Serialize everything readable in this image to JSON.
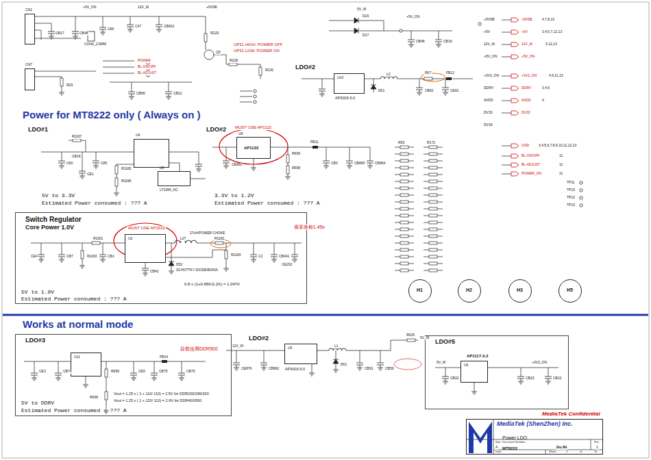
{
  "diagram": {
    "nodes": [
      {
        "text": [
          "Switch Regulator",
          "Core Power 1.0V",
          "5V to 1.0V",
          "Estimated Power consumed : ??? A"
        ]
      },
      {
        "text": [
          "LDO#3",
          "5V to DDRV",
          "Estimated Power consumed : ??? A"
        ]
      },
      {
        "text": [
          "LDO#5"
        ]
      },
      {
        "text": [
          "MediaTek (ShenZhen) Inc.",
          "Power LDO",
          "MT8222"
        ]
      },
      {
        "text": [
          "U4"
        ]
      },
      {
        "text": [
          "U5"
        ]
      },
      {
        "text": [
          "U8",
          "AP1122"
        ]
      },
      {
        "text": [
          "U2"
        ],
        "in": 0
      },
      {
        "text": [
          "U10"
        ]
      },
      {
        "text": [
          "U11"
        ],
        "in": 1
      },
      {
        "text": [
          "U9"
        ]
      },
      {
        "text": [
          "U6"
        ],
        "in": 2
      },
      {
        "text": [
          "CN2"
        ]
      },
      {
        "text": [
          "CN7"
        ]
      },
      {
        "text": [
          "H1"
        ]
      },
      {
        "text": [
          "H2"
        ]
      },
      {
        "text": [
          "H3"
        ]
      },
      {
        "text": [
          "H5"
        ]
      }
    ],
    "labels": [
      "Power for MT8222 only ( Always on )",
      "Works at  normal mode",
      "LDO#1",
      "LDO#2",
      "LDO#2",
      "LDO#2",
      "MUST USE AP1122",
      "MUST USE AP1533",
      "UP31 HIGH: POWER OFF",
      "UP31 LOW: POWER ON",
      "5V to 3.3V",
      "Estimated Power consumed : ??? A",
      "3.3V to 1.2V",
      "Estimated Power consumed : ??? A",
      "需要改称1.45v",
      "目前使用DDR500",
      "0.8 x (1+0.68K/2.2K) = 1.047V",
      "Vout = 1.25 x ( 1 + 110/ 110) = 2.5V for DDR200/266/333",
      "Vout = 1.25 x ( 1 + 120/ 110) = 2.6V for DDR400/500",
      "27uH/POWER CHOKE",
      "MediaTek Confidential",
      "LT1084_NC",
      "AP3003-5.0",
      "AP3003-5.0",
      "AP1117-3.3",
      "POWER",
      "BL-ON/OFF",
      "BL-ADJUST",
      "+5VSB",
      "12V_M",
      "+5V_ON",
      "5V_M",
      "+5V_ON",
      "+5VSB",
      "+5V",
      "12V_M",
      "+5V_ON",
      "+3V3_ON",
      "DDRV",
      "AVDD",
      "DV33",
      "DV18",
      "+5VSB",
      "4,7,8,13",
      "+5V",
      "3,4,5,7,12,13",
      "12V_M",
      "5,12,13",
      "+5V_ON",
      "+3V3_ON",
      "4,6,11,13",
      "DDRV",
      "3,4,5",
      "AVDD",
      "4",
      "DV33",
      "GND",
      "3,4,5,6,7,8,9,10,11,12,13",
      "BL-ON/OFF",
      "11",
      "BL-ADJUST",
      "11",
      "POWER_ON",
      "11",
      "TP11",
      "TP10",
      "TP12",
      "TP13",
      "R1167",
      "C85",
      "CB16",
      "CE1",
      "R1165",
      "R1168",
      "C80",
      "R659",
      "R658",
      "FB11",
      "CB3",
      "CB865",
      "CB864",
      "CE869",
      "CE4",
      "CB7",
      "R1163",
      "R1161",
      "CB1",
      "L27",
      "D52",
      "SCHOTTKY DIODE/B340A",
      "R1162",
      "R1164",
      "C2",
      "CB441",
      "CE202",
      "CB42",
      "CE3",
      "CB74",
      "R656",
      "R658",
      "CE5",
      "CB75",
      "FB14",
      "CB76",
      "CE876",
      "CB862",
      "L1",
      "D61",
      "CB91",
      "CB59",
      "R625",
      "CB22",
      "CB23",
      "CB12",
      "+3V3_ON",
      "5V_M",
      "12V_M",
      "5V_M",
      "C86",
      "CB17",
      "CB48",
      "C47",
      "CB810",
      "R229",
      "Q5",
      "R228",
      "R230",
      "CB66",
      "CB21",
      "CON3_2.5MM",
      "R29",
      "D16",
      "D17",
      "CB48",
      "CB19",
      "L2",
      "D51",
      "CB62",
      "CE61",
      "R67",
      "FB12",
      "R95",
      "R172",
      "Size",
      "Document Number",
      "A",
      "Rev",
      "1",
      "Jiu.Ni",
      "Date:",
      "Sheet",
      "2",
      "of",
      "13"
    ]
  }
}
